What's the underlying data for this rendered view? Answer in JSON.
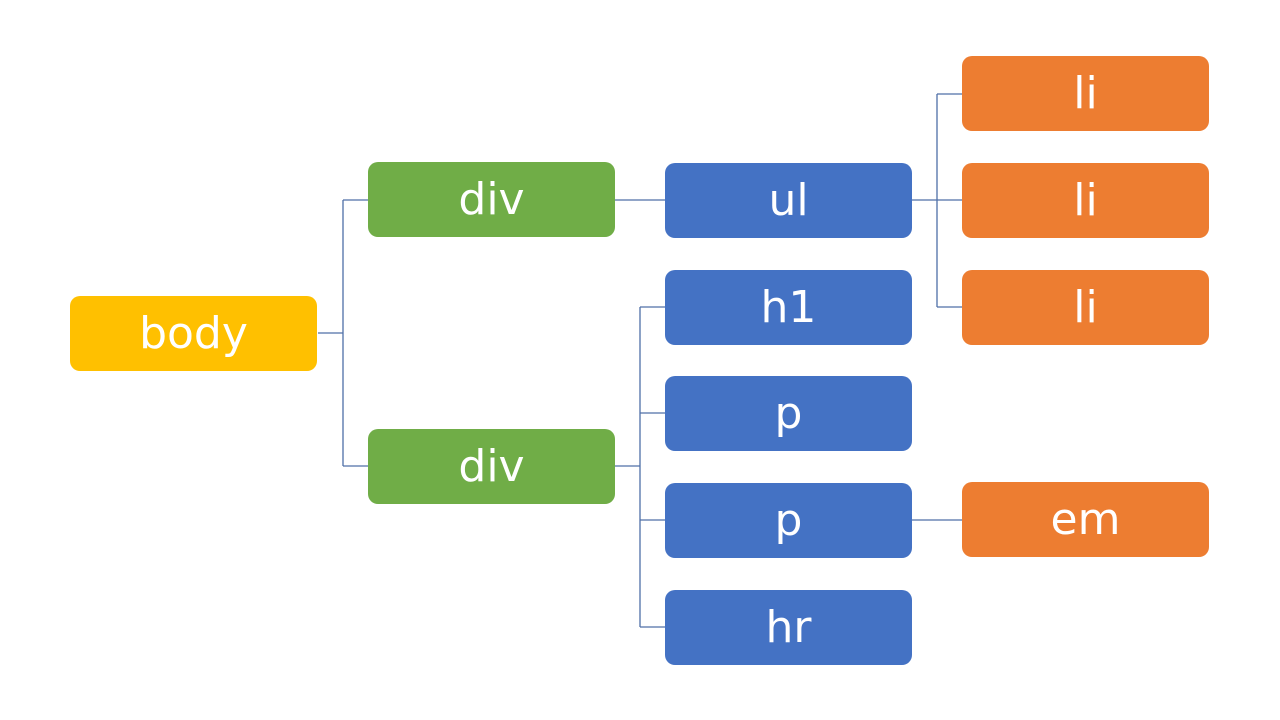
{
  "colors": {
    "root": "#ffc000",
    "level1": "#70ad47",
    "level2": "#4472c4",
    "level3": "#ed7d31",
    "connector": "#4f6fa8"
  },
  "nodes": {
    "body": "body",
    "div_1": "div",
    "div_2": "div",
    "ul": "ul",
    "h1": "h1",
    "p_1": "p",
    "p_2": "p",
    "hr": "hr",
    "li_1": "li",
    "li_2": "li",
    "li_3": "li",
    "em": "em"
  },
  "edges": [
    [
      "body",
      "div_1"
    ],
    [
      "body",
      "div_2"
    ],
    [
      "div_1",
      "ul"
    ],
    [
      "ul",
      "li_1"
    ],
    [
      "ul",
      "li_2"
    ],
    [
      "ul",
      "li_3"
    ],
    [
      "div_2",
      "h1"
    ],
    [
      "div_2",
      "p_1"
    ],
    [
      "div_2",
      "p_2"
    ],
    [
      "div_2",
      "hr"
    ],
    [
      "p_2",
      "em"
    ]
  ]
}
